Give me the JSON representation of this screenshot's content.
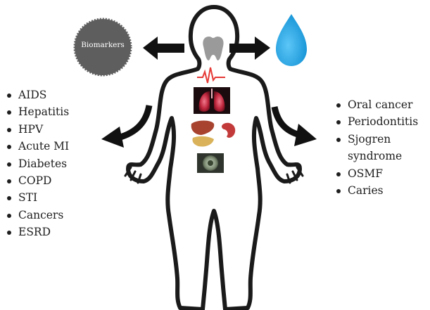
{
  "labels": {
    "biomarkers": "Biomarkers"
  },
  "systemic_diseases": [
    "AIDS",
    "Hepatitis",
    "HPV",
    "Acute MI",
    "Diabetes",
    "COPD",
    "STI",
    "Cancers",
    "ESRD"
  ],
  "oral_diseases": [
    "Oral cancer",
    "Periodontitis",
    "Sjogren",
    "syndrome",
    "OSMF",
    "Caries"
  ],
  "colors": {
    "outline": "#1a1a1a",
    "biomarker_circle": "#5e5e5e",
    "saliva_drop": "#1ea6e6",
    "heartbeat": "#e53935"
  },
  "icons": {
    "badge": "biomarkers-badge",
    "drop": "saliva-drop-icon",
    "tooth": "tooth-icon",
    "heartbeat": "heartbeat-icon",
    "lungs": "lungs-image",
    "liver": "liver-image",
    "kidney": "kidney-image",
    "pancreas": "pancreas-image",
    "cell": "cell-image"
  }
}
